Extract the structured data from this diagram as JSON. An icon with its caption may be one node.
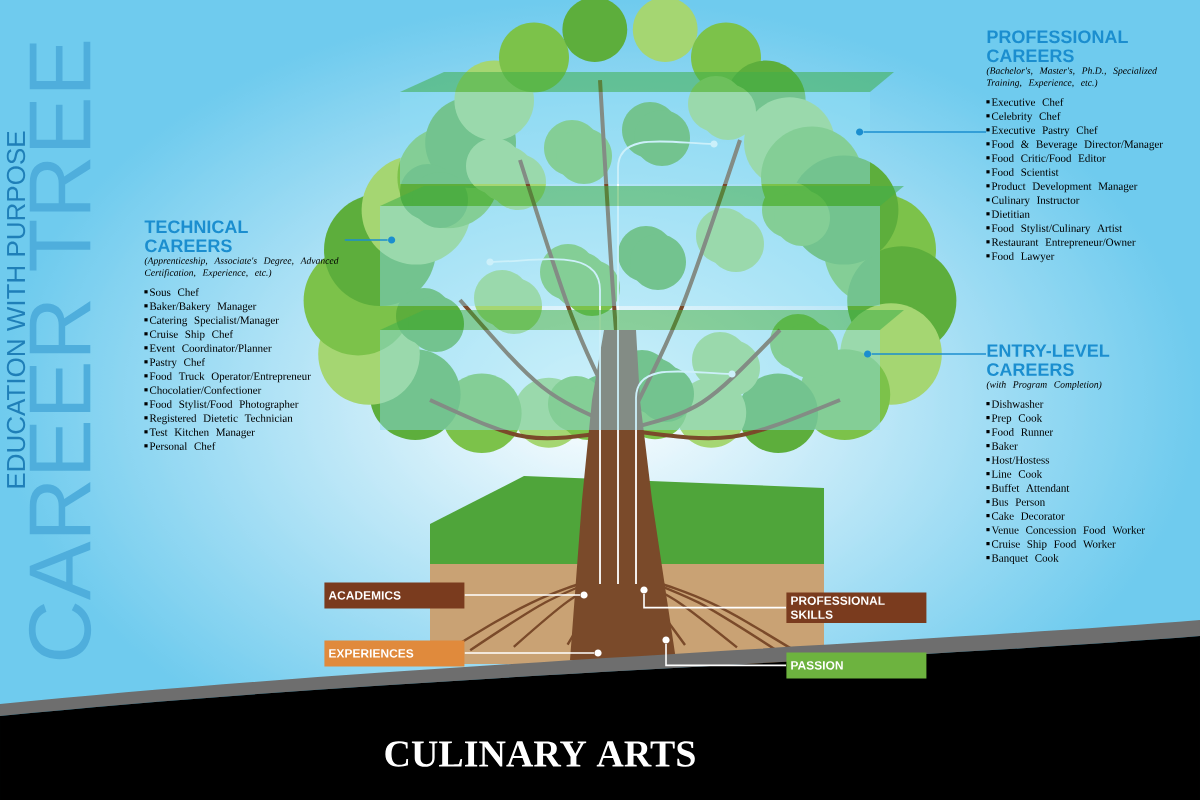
{
  "diagram": {
    "title": "CULINARY ARTS",
    "nodes": [
      {
        "text": [],
        "shape": "box"
      },
      {
        "text": [],
        "shape": "box"
      },
      {
        "text": [],
        "shape": "box"
      },
      {
        "text": [
          "PROFESSIONAL CAREERS",
          "(Bachelor's, Master's, Ph.D., Specialized Training, Experience, etc.)",
          "Executive Chef",
          "Celebrity Chef",
          "Executive Pastry Chef",
          "Food & Beverage Director/Manager",
          "Food Critic/Food Editor",
          "Food Scientist",
          "Product Development Manager",
          "Culinary Instructor",
          "Dietitian",
          "Food Stylist/Culinary Artist",
          "Restaurant Entrepreneur/Owner",
          "Food Lawyer"
        ]
      },
      {
        "text": [
          "TECHNICAL CAREERS",
          "(Apprenticeship, Associate's Degree, Advanced Certification, Experience, etc.)",
          "Sous Chef",
          "Baker/Bakery Manager",
          "Catering Specialist/Manager",
          "Cruise Ship Chef",
          "Event Coordinator/Planner",
          "Pastry Chef",
          "Food Truck Operator/Entrepreneur",
          "Chocolatier/Confectioner",
          "Food Stylist/Food Photographer",
          "Registered Dietetic Technician",
          "Test Kitchen Manager",
          "Personal Chef"
        ]
      },
      {
        "text": [
          "ENTRY-LEVEL CAREERS",
          "(with Program Completion)",
          "Dishwasher",
          "Prep Cook",
          "Food Runner",
          "Baker",
          "Host/Hostess",
          "Line Cook",
          "Buffet Attendant",
          "Bus Person",
          "Cake Decorator",
          "Venue Concession Food Worker",
          "Cruise Ship Food Worker",
          "Banquet Cook"
        ]
      },
      {
        "text": [
          "ACADEMICS"
        ]
      },
      {
        "text": [
          "EXPERIENCES"
        ]
      },
      {
        "text": [
          "PROFESSIONAL SKILLS"
        ]
      },
      {
        "text": [
          "PASSION"
        ]
      },
      {
        "text": [],
        "shape": "circle",
        "in": 0
      },
      {
        "text": [],
        "shape": "circle",
        "in": 1
      },
      {
        "text": [],
        "shape": "circle",
        "in": 2
      },
      {
        "text": [],
        "shape": "circle"
      },
      {
        "text": [],
        "shape": "circle"
      },
      {
        "text": [],
        "shape": "circle"
      },
      {
        "text": [],
        "shape": "circle"
      }
    ],
    "edges": [
      {
        "from": 3,
        "to": 10,
        "arrow": "none",
        "color": "#1b8ecf"
      },
      {
        "from": 4,
        "to": 11,
        "arrow": "none",
        "color": "#1b8ecf"
      },
      {
        "from": 5,
        "to": 12,
        "arrow": "none",
        "color": "#1b8ecf"
      },
      {
        "from": 6,
        "to": 13,
        "arrow": "none"
      },
      {
        "from": 7,
        "to": 14,
        "arrow": "none"
      },
      {
        "from": 8,
        "to": 15,
        "arrow": "none"
      },
      {
        "from": 9,
        "to": 16,
        "arrow": "none"
      }
    ],
    "labels": [
      "CAREER TREE",
      "EDUCATION WITH PURPOSE"
    ]
  }
}
